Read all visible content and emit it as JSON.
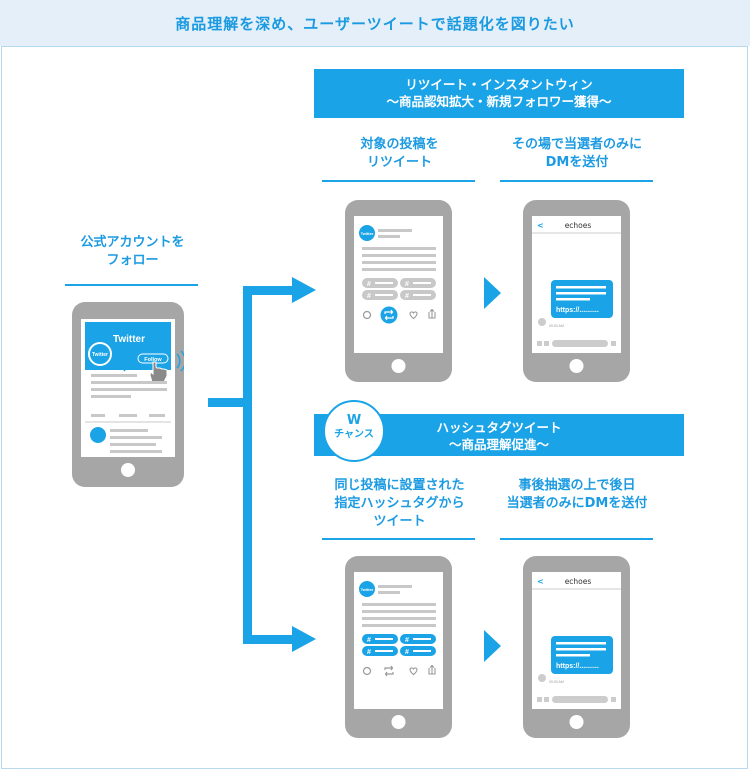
{
  "header": {
    "title": "商品理解を深め、ユーザーツイートで話題化を図りたい"
  },
  "follow_step": {
    "label_line1": "公式アカウントを",
    "label_line2": "フォロー"
  },
  "follow_phone": {
    "twitter_label": "Twitter",
    "avatar_label": "Twitter",
    "follow_button": "Follow"
  },
  "campaign1": {
    "banner_line1": "リツイート・インスタントウィン",
    "banner_line2": "〜商品認知拡大・新規フォロワー獲得〜",
    "step1_line1": "対象の投稿を",
    "step1_line2": "リツイート",
    "step2_line1": "その場で当選者のみに",
    "step2_line2": "DMを送付"
  },
  "campaign2": {
    "badge_line1": "W",
    "badge_line2": "チャンス",
    "banner_line1": "ハッシュタグツイート",
    "banner_line2": "〜商品理解促進〜",
    "step1_line1": "同じ投稿に設置された",
    "step1_line2": "指定ハッシュタグから",
    "step1_line3": "ツイート",
    "step2_line1": "事後抽選の上で後日",
    "step2_line2": "当選者のみにDMを送付"
  },
  "dm_phone": {
    "back_glyph": "<",
    "title": "echoes",
    "link": "https://..........",
    "time": "00:00 AM"
  },
  "tweet_phone": {
    "avatar_label": "Twitter",
    "hashtag": "#"
  },
  "colors": {
    "accent": "#1aa3e6",
    "phone_gray": "#a6a6a6",
    "header_bg": "#e4eff9"
  }
}
